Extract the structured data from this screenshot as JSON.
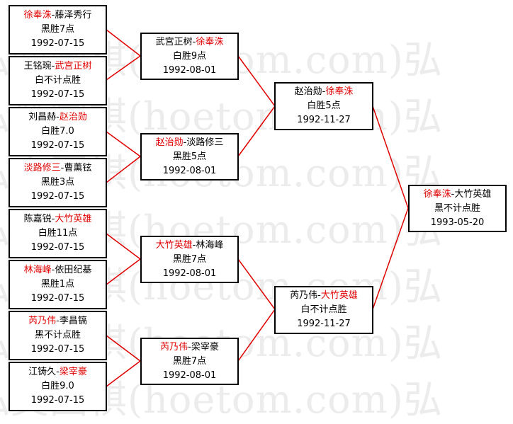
{
  "watermark": "弘奕围棋(hoetom.com)弘",
  "bracket_line_color": "#e00000",
  "winner_text_color": "#e00000",
  "matches": {
    "r1_1": {
      "winner": "徐奉洙",
      "sep": "-",
      "loser": "藤泽秀行",
      "winner_first": true,
      "result": "黑胜7点",
      "date": "1992-07-15"
    },
    "r1_2": {
      "winner": "武宫正树",
      "sep": "-",
      "loser": "王铭琬",
      "winner_first": false,
      "result": "白不计点胜",
      "date": "1992-07-15"
    },
    "r1_3": {
      "winner": "赵治勋",
      "sep": "-",
      "loser": "刘昌赫",
      "winner_first": false,
      "result": "白胜7.0",
      "date": "1992-07-15"
    },
    "r1_4": {
      "winner": "淡路修三",
      "sep": "-",
      "loser": "曹薰铉",
      "winner_first": true,
      "result": "黑胜3点",
      "date": "1992-07-15"
    },
    "r1_5": {
      "winner": "大竹英雄",
      "sep": "-",
      "loser": "陈嘉锐",
      "winner_first": false,
      "result": "白胜11点",
      "date": "1992-07-15"
    },
    "r1_6": {
      "winner": "林海峰",
      "sep": "-",
      "loser": "依田纪基",
      "winner_first": true,
      "result": "黑胜1点",
      "date": "1992-07-15"
    },
    "r1_7": {
      "winner": "芮乃伟",
      "sep": "-",
      "loser": "李昌镐",
      "winner_first": true,
      "result": "黑不计点胜",
      "date": "1992-07-15"
    },
    "r1_8": {
      "winner": "梁宰豪",
      "sep": "-",
      "loser": "江铸久",
      "winner_first": false,
      "result": "白胜9.0",
      "date": "1992-07-15"
    },
    "r2_1": {
      "winner": "徐奉洙",
      "sep": "-",
      "loser": "武宫正树",
      "winner_first": false,
      "result": "白胜9点",
      "date": "1992-08-01"
    },
    "r2_2": {
      "winner": "赵治勋",
      "sep": "-",
      "loser": "淡路修三",
      "winner_first": true,
      "result": "黑胜5点",
      "date": "1992-08-01"
    },
    "r2_3": {
      "winner": "大竹英雄",
      "sep": "-",
      "loser": "林海峰",
      "winner_first": true,
      "result": "黑胜7点",
      "date": "1992-08-01"
    },
    "r2_4": {
      "winner": "芮乃伟",
      "sep": "-",
      "loser": "梁宰豪",
      "winner_first": true,
      "result": "黑胜7点",
      "date": "1992-08-01"
    },
    "r3_1": {
      "winner": "徐奉洙",
      "sep": "-",
      "loser": "赵治勋",
      "winner_first": false,
      "result": "白胜5点",
      "date": "1992-11-27"
    },
    "r3_2": {
      "winner": "大竹英雄",
      "sep": "-",
      "loser": "芮乃伟",
      "winner_first": false,
      "result": "白不计点胜",
      "date": "1992-11-27"
    },
    "final": {
      "winner": "徐奉洙",
      "sep": "-",
      "loser": "大竹英雄",
      "winner_first": true,
      "result": "黑不计点胜",
      "date": "1993-05-20"
    }
  }
}
